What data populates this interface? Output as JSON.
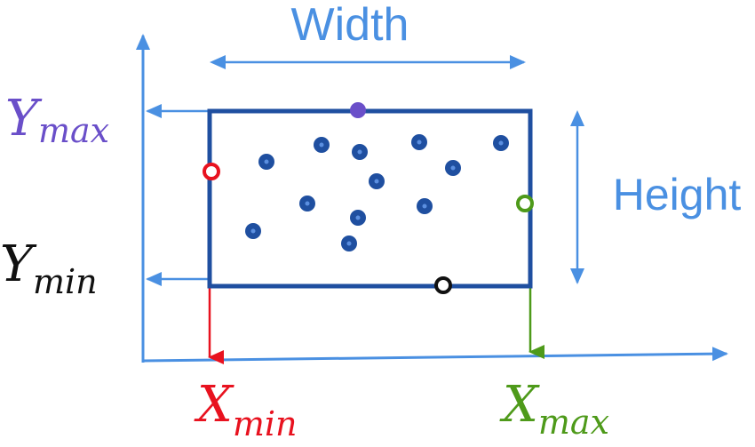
{
  "labels": {
    "width": "Width",
    "height": "Height",
    "ymax_base": "Y",
    "ymax_sub": "max",
    "ymin_base": "Y",
    "ymin_sub": "min",
    "xmin_base": "X",
    "xmin_sub": "min",
    "xmax_base": "X",
    "xmax_sub": "max"
  },
  "colors": {
    "axis": "#4a90e2",
    "box": "#1f4fa0",
    "point": "#1f4fa0",
    "ymax": "#6a4fc9",
    "ymin": "#111111",
    "xmin": "#e8121f",
    "xmax": "#4e9a1a",
    "dimension": "#4a90e2"
  }
}
